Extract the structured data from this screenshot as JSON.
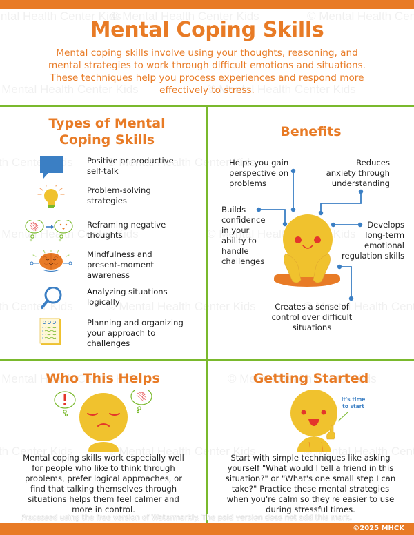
{
  "header": {
    "title": "Mental Coping Skills",
    "intro_lines": [
      "Mental coping skills involve using your thoughts, reasoning, and",
      "mental strategies to work through difficult emotions and situations.",
      "These techniques help you process experiences and respond more",
      "effectively to stress."
    ]
  },
  "types": {
    "title_lines": [
      "Types of Mental",
      "Coping Skills"
    ],
    "items": [
      {
        "icon": "speech-bubble-icon",
        "lines": [
          "Positive or productive",
          "self-talk"
        ]
      },
      {
        "icon": "lightbulb-icon",
        "lines": [
          "Problem-solving",
          "strategies"
        ]
      },
      {
        "icon": "reframe-thought-icon",
        "lines": [
          "Reframing negative",
          "thoughts"
        ]
      },
      {
        "icon": "meditating-brain-icon",
        "lines": [
          "Mindfulness and",
          "present-moment",
          "awareness"
        ]
      },
      {
        "icon": "magnifying-glass-icon",
        "lines": [
          "Analyzing situations",
          "logically"
        ]
      },
      {
        "icon": "notepad-icon",
        "lines": [
          "Planning and organizing",
          "your approach to",
          "challenges"
        ]
      }
    ]
  },
  "benefits": {
    "title": "Benefits",
    "items": [
      {
        "id": "perspective",
        "lines": [
          "Helps you gain",
          "perspective on",
          "problems"
        ]
      },
      {
        "id": "anxiety",
        "lines": [
          "Reduces",
          "anxiety through",
          "understanding"
        ]
      },
      {
        "id": "confidence",
        "lines": [
          "Builds",
          "confidence",
          "in your",
          "ability to",
          "handle",
          "challenges"
        ]
      },
      {
        "id": "regulation",
        "lines": [
          "Develops",
          "long-term",
          "emotional",
          "regulation skills"
        ]
      },
      {
        "id": "control",
        "lines": [
          "Creates a sense of",
          "control over difficult",
          "situations"
        ]
      }
    ]
  },
  "who_helps": {
    "title": "Who This Helps",
    "lines": [
      "Mental coping skills work especially well",
      "for people who like to think through",
      "problems, prefer logical approaches, or",
      "find that talking themselves through",
      "situations helps them feel calmer and",
      "more in control."
    ]
  },
  "getting_started": {
    "title": "Getting Started",
    "bubble_lines": [
      "It's time",
      "to start"
    ],
    "lines": [
      "Start with simple techniques like asking",
      "yourself \"What would I tell a friend in this",
      "situation?\" or \"What's one small step I can",
      "take?\" Practice these mental strategies",
      "when you're calm so they're easier to use",
      "during stressful times."
    ]
  },
  "footer": {
    "copyright": "©2025 MHCK",
    "processing_notice": "Processed using the free version of Watermarkly. The paid version does not add this mark."
  },
  "watermark_text": "© Mental Health Center Kids",
  "colors": {
    "orange": "#e87b26",
    "green": "#7ab92d",
    "yellow": "#f0c22e",
    "blue": "#3b7fc4",
    "red": "#e4362b"
  }
}
